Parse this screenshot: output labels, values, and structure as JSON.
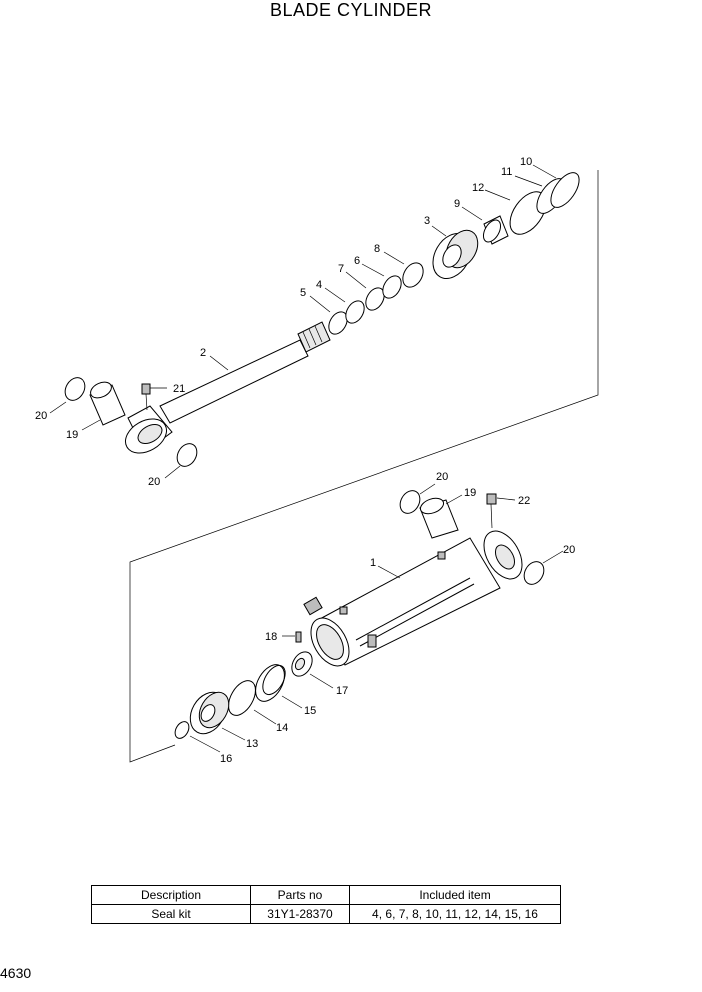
{
  "title": "BLADE CYLINDER",
  "page_number": "4630",
  "callouts": [
    "1",
    "2",
    "3",
    "4",
    "5",
    "6",
    "7",
    "8",
    "9",
    "10",
    "11",
    "12",
    "13",
    "14",
    "15",
    "16",
    "17",
    "18",
    "19",
    "20",
    "21",
    "22"
  ],
  "seal_kit_table": {
    "headers": [
      "Description",
      "Parts no",
      "Included item"
    ],
    "rows": [
      [
        "Seal kit",
        "31Y1-28370",
        "4, 6, 7, 8, 10, 11, 12, 14, 15, 16"
      ]
    ]
  }
}
